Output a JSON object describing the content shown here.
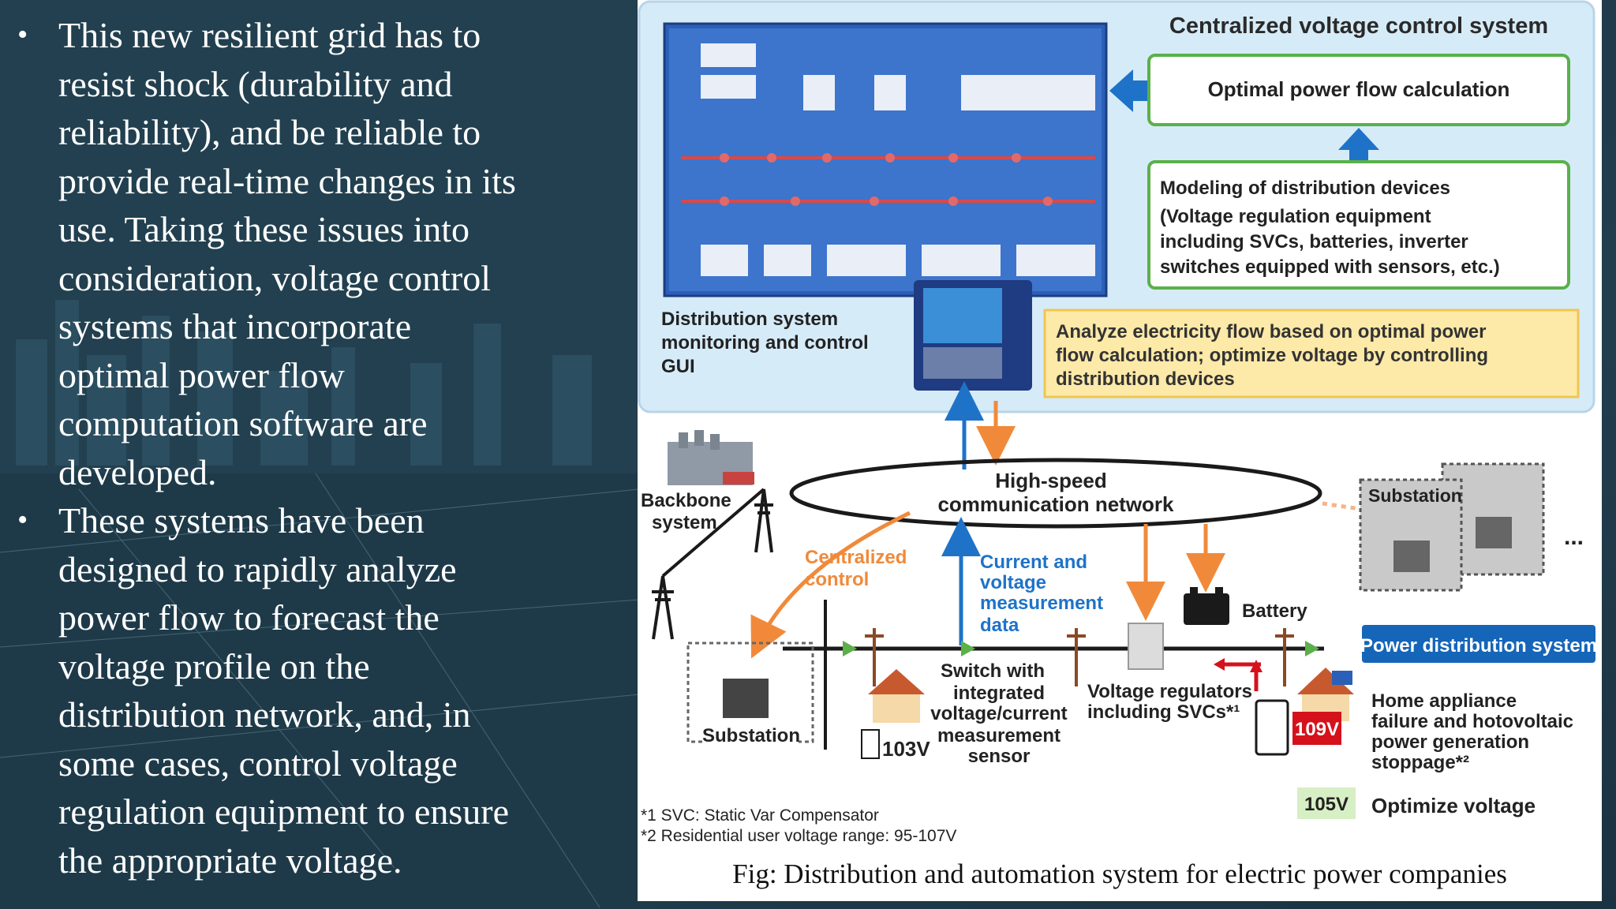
{
  "slide": {
    "bullets": [
      "This new resilient grid has to resist shock (durability and reliability), and be reliable to provide real-time changes in its use. Taking these issues into consideration, voltage control systems that incorporate optimal power flow computation software are developed.",
      "These systems have been designed to rapidly analyze power flow to forecast the voltage profile on the distribution network, and, in some cases, control voltage regulation equipment to ensure the appropriate voltage."
    ],
    "bullet_lines": [
      [
        "This new resilient grid has to",
        "resist shock (durability and",
        "reliability), and be reliable to",
        "provide real-time changes in its",
        "use. Taking these issues into",
        "consideration, voltage control",
        "systems that incorporate",
        "optimal power flow",
        "computation software are",
        "developed."
      ],
      [
        "These systems have been",
        "designed to rapidly analyze",
        "power flow to forecast the",
        "voltage profile on the",
        "distribution network, and, in",
        "some cases, control voltage",
        "regulation equipment to ensure",
        "the appropriate voltage."
      ]
    ]
  },
  "diagram": {
    "centralized_title": "Centralized voltage control system",
    "opf_box": "Optimal power flow calculation",
    "modeling_lines": [
      "Modeling of distribution devices",
      "(Voltage regulation equipment",
      "including SVCs, batteries, inverter",
      "switches equipped with sensors, etc.)"
    ],
    "gui_lines": [
      "Distribution system",
      "monitoring and control",
      "GUI"
    ],
    "analyze_lines": [
      "Analyze electricity flow based on optimal power",
      "flow calculation; optimize voltage by controlling",
      "distribution devices"
    ],
    "network_lines": [
      "High-speed",
      "communication network"
    ],
    "backbone_lines": [
      "Backbone",
      "system"
    ],
    "substation_right": "Substation",
    "ellipsis": "...",
    "centralized_control_lines": [
      "Centralized",
      "control"
    ],
    "measurement_lines": [
      "Current and",
      "voltage",
      "measurement",
      "data"
    ],
    "battery": "Battery",
    "power_distribution": "Power distribution system",
    "substation_left": "Substation",
    "voltage_103": "103V",
    "switch_lines": [
      "Switch with",
      "integrated",
      "voltage/current",
      "measurement",
      "sensor"
    ],
    "regulator_lines": [
      "Voltage regulators",
      "including SVCs*¹"
    ],
    "voltage_109": "109V",
    "appliance_lines": [
      "Home appliance",
      "failure and hotovoltaic",
      "power generation",
      "stoppage*²"
    ],
    "voltage_105": "105V",
    "optimize": "Optimize voltage",
    "footnote1": "*1 SVC: Static Var Compensator",
    "footnote2": "*2 Residential user voltage range: 95-107V",
    "caption": "Fig: Distribution and automation system for electric power companies"
  },
  "colors": {
    "slide_bg": "#223e4e",
    "panel_bg": "#d6ebf8",
    "green_border": "#5bb04a",
    "yellow_box": "#fde9a8",
    "orange_arrow": "#f08a3a",
    "blue_arrow": "#1e73c8",
    "red_badge": "#d5121c",
    "green_badge": "#d7efc4",
    "pds_label": "#1565b8"
  }
}
